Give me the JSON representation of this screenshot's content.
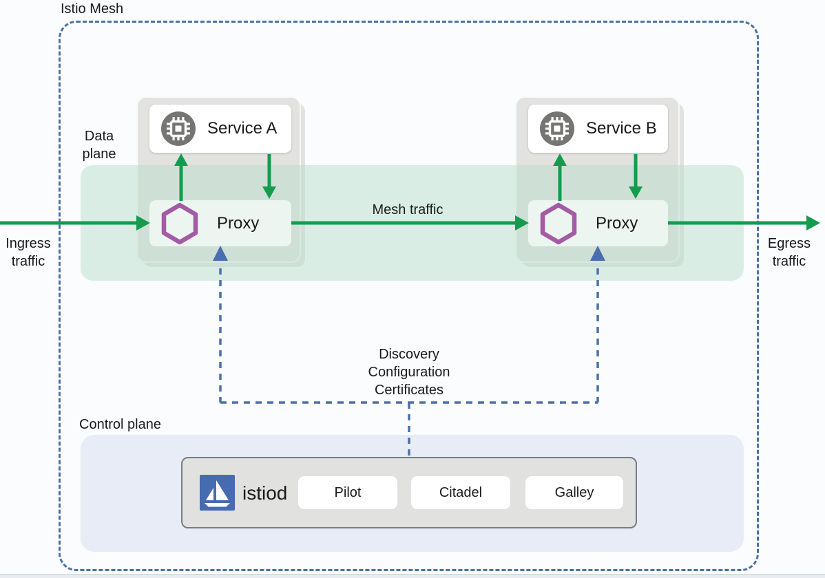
{
  "diagram": {
    "title": "Istio Mesh",
    "data_plane_label": "Data plane",
    "control_plane_label": "Control plane",
    "ingress_label": "Ingress\ntraffic",
    "egress_label": "Egress\ntraffic",
    "mesh_traffic_label": "Mesh traffic",
    "control_channel_label": "Discovery\nConfiguration\nCertificates",
    "services": [
      {
        "name": "Service A",
        "icon": "chip-icon",
        "proxy_label": "Proxy",
        "proxy_icon": "hexagon-icon"
      },
      {
        "name": "Service B",
        "icon": "chip-icon",
        "proxy_label": "Proxy",
        "proxy_icon": "hexagon-icon"
      }
    ],
    "istiod": {
      "name": "istiod",
      "icon": "istio-logo-icon",
      "components": [
        {
          "label": "Pilot"
        },
        {
          "label": "Citadel"
        },
        {
          "label": "Galley"
        }
      ]
    },
    "colors": {
      "traffic_green": "#149b4e",
      "control_blue": "#4c70a8",
      "control_arrow_blue": "#4a6db1",
      "proxy_purple": "#a35ba3",
      "istio_logo_blue": "#466bb0",
      "service_icon_gray": "#757573",
      "data_plane_band": "#dfeee7",
      "control_plane_band": "#e7ecf7",
      "workload_card_gray": "#e2e2e0"
    }
  }
}
